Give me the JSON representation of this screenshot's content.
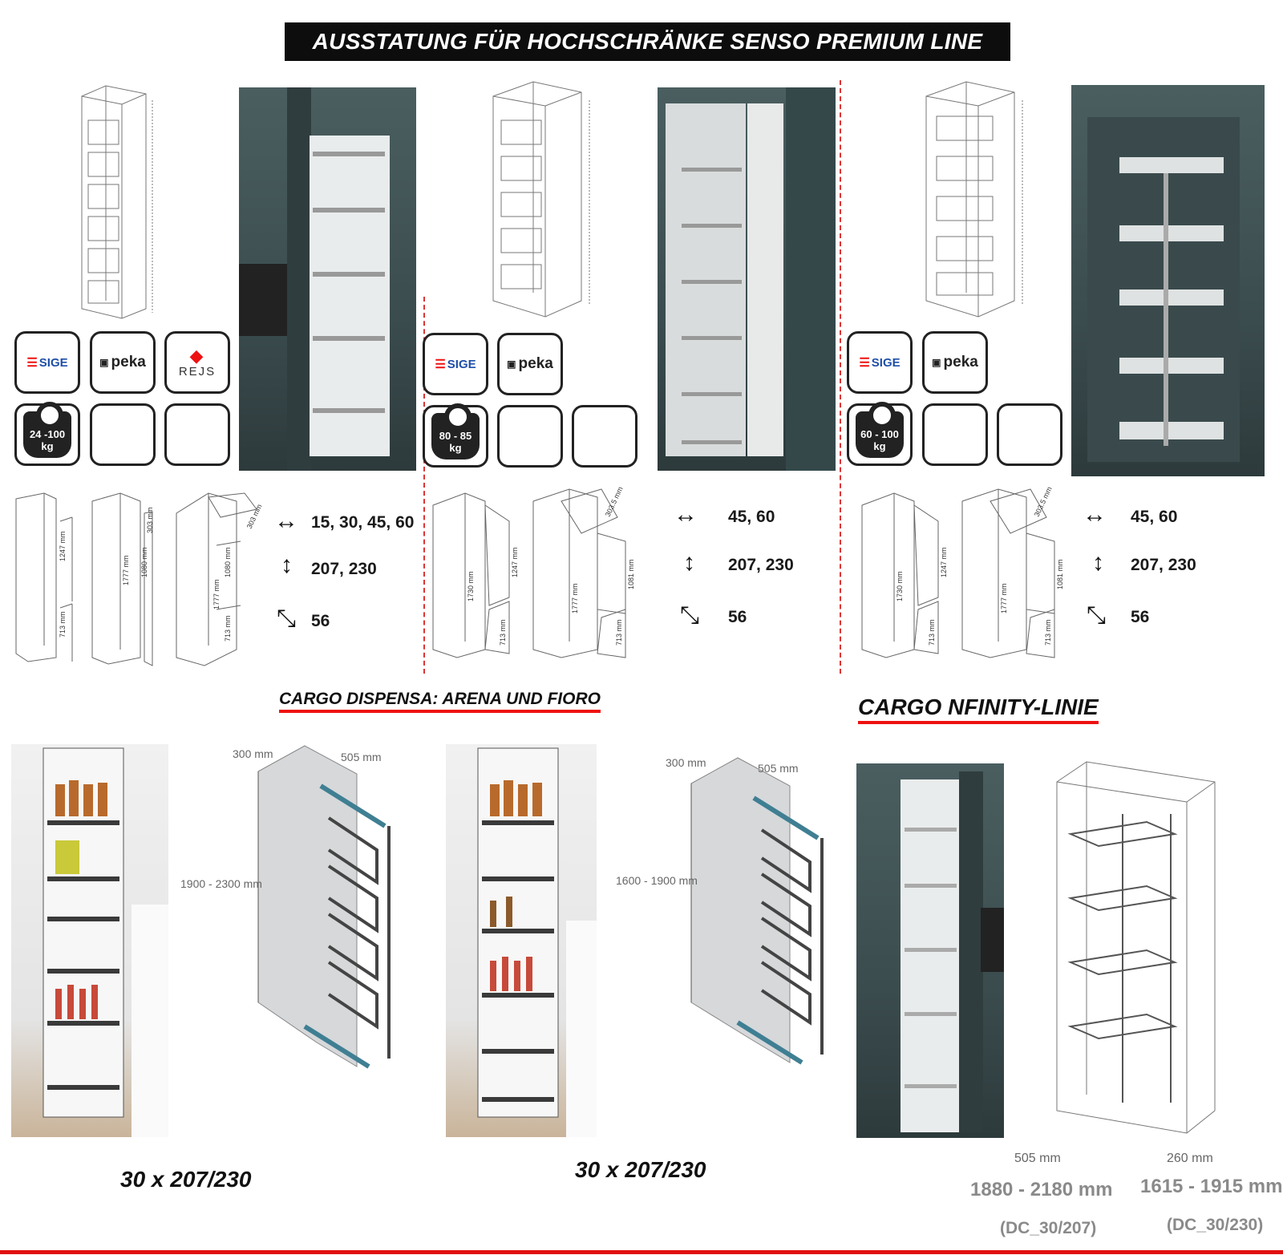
{
  "title": "AUSSTATUNG FÜR HOCHSCHRÄNKE SENSO PREMIUM LINE",
  "icons": {
    "sige": "sige-logo",
    "peka": "peka-logo",
    "rejs": "rejs-logo",
    "weight": "weight-icon",
    "arrow_horizontal": "arrow-horizontal-icon",
    "arrow_vertical": "arrow-vertical-icon",
    "arrow_diagonal": "arrow-diagonal-icon"
  },
  "brands": {
    "sige": "SIGE",
    "peka": "peka",
    "rejs": "REJS"
  },
  "panels": [
    {
      "weight": {
        "range": "24 -100",
        "unit": "kg"
      },
      "widths": "15, 30, 45, 60",
      "heights": "207, 230",
      "depths": "56",
      "dims": {
        "a": "1247 mm",
        "b": "713 mm",
        "c": "1777 mm",
        "d": "1080 mm",
        "e": "303 mm"
      }
    },
    {
      "weight": {
        "range": "80 - 85",
        "unit": "kg"
      },
      "widths": "45, 60",
      "heights": "207, 230",
      "depths": "56",
      "dims": {
        "a": "1730 mm",
        "b": "1247 mm",
        "c": "713 mm",
        "d": "1777 mm",
        "e": "1081 mm",
        "f": "303.5 mm"
      }
    },
    {
      "weight": {
        "range": "60 - 100",
        "unit": "kg"
      },
      "widths": "45, 60",
      "heights": "207, 230",
      "depths": "56",
      "dims": {
        "a": "1730 mm",
        "b": "1247 mm",
        "c": "713 mm",
        "d": "1777 mm",
        "e": "1081 mm",
        "f": "303.5 mm"
      }
    }
  ],
  "cargo_dispensa": {
    "label": "CARGO DISPENSA: ARENA UND FIORO",
    "units": [
      {
        "depth": "300 mm",
        "width": "505 mm",
        "height": "1900 - 2300 mm",
        "size": "30 x 207/230"
      },
      {
        "depth": "300 mm",
        "width": "505 mm",
        "height": "1600 - 1900 mm",
        "size": "30 x 207/230"
      }
    ]
  },
  "cargo_nfinity": {
    "label": "CARGO NFINITY-LINIE",
    "width": "505 mm",
    "depth": "260 mm",
    "height_a": "1880 - 2180 mm",
    "height_b": "1615 - 1915 mm",
    "code_a": "(DC_30/207)",
    "code_b": "(DC_30/230)"
  },
  "colors": {
    "accent_red": "#e11111",
    "cabinet_teal": "#3f5254",
    "cargo_blue": "#3f7f93"
  }
}
